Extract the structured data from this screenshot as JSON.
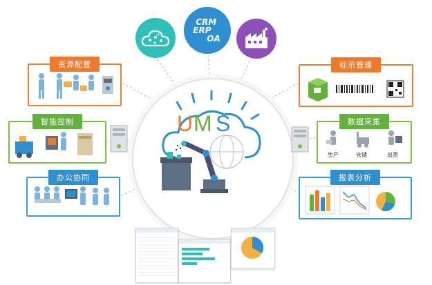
{
  "center": {
    "title_letters": [
      "U",
      "M",
      "S"
    ],
    "colors": {
      "U": "#f07a2a",
      "M": "#62b13a",
      "S": "#2f8fd3"
    }
  },
  "top_circles": [
    {
      "name": "cloud",
      "color": "#2ec0b8",
      "icon": "cloud-icon"
    },
    {
      "name": "crm-erp-oa",
      "color": "#2f8fd3",
      "lines": [
        "CRM",
        "ERP",
        "OA"
      ],
      "icon": "crm-erp-oa-icon"
    },
    {
      "name": "factory",
      "color": "#8e4fb8",
      "icon": "factory-icon"
    }
  ],
  "modules": {
    "resource": {
      "label": "资源配置",
      "color": "#f07a2a"
    },
    "intelligent": {
      "label": "智能控制",
      "color": "#62b13a"
    },
    "office": {
      "label": "办公协同",
      "color": "#2f8fd3"
    },
    "marking": {
      "label": "标示管理",
      "color": "#f07a2a"
    },
    "data": {
      "label": "数据采集",
      "color": "#62b13a",
      "items": [
        "生产",
        "仓储",
        "出货"
      ]
    },
    "report": {
      "label": "报表分析",
      "color": "#2f8fd3"
    }
  }
}
